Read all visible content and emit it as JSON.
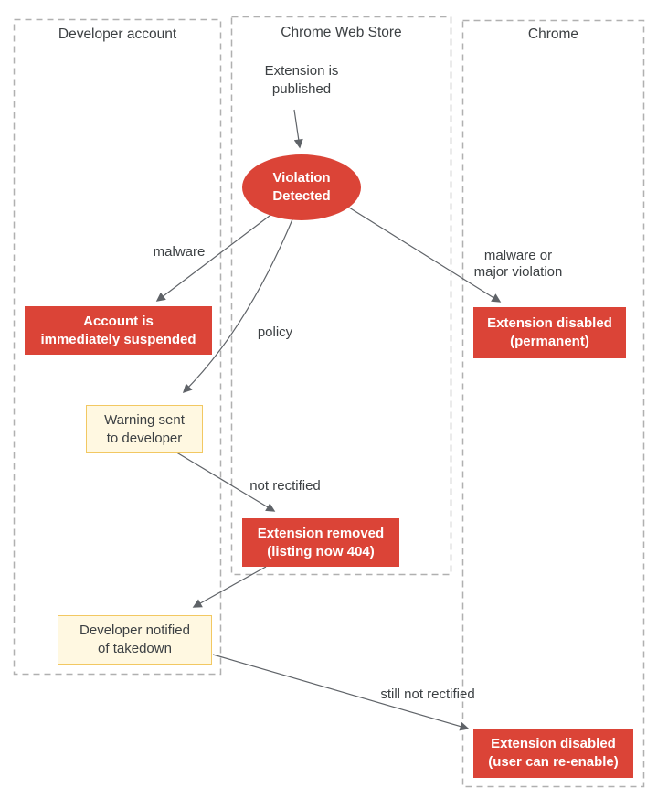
{
  "lanes": [
    {
      "title": "Developer account"
    },
    {
      "title": "Chrome Web Store"
    },
    {
      "title": "Chrome"
    }
  ],
  "nodes": {
    "published": {
      "text": "Extension is\npublished"
    },
    "violation": {
      "text": "Violation\nDetected"
    },
    "account_suspended": {
      "text": "Account is\nimmediately suspended"
    },
    "disabled_permanent": {
      "text": "Extension disabled\n(permanent)"
    },
    "warning_sent": {
      "text": "Warning sent\nto developer"
    },
    "extension_removed": {
      "text": "Extension removed\n(listing now 404)"
    },
    "developer_notified": {
      "text": "Developer notified\nof takedown"
    },
    "disabled_reenable": {
      "text": "Extension disabled\n(user can re-enable)"
    }
  },
  "edge_labels": {
    "malware": "malware",
    "policy": "policy",
    "malware_or_major": "malware or\nmajor violation",
    "not_rectified": "not rectified",
    "still_not_rectified": "still not rectified"
  },
  "colors": {
    "danger_fill": "#db4437",
    "warning_fill": "#fff8e1",
    "warning_border": "#f2c862",
    "text_dark": "#3c4043",
    "text_on_danger": "#ffffff",
    "connector": "#5f6368",
    "lane_border": "#b0b0b0"
  }
}
